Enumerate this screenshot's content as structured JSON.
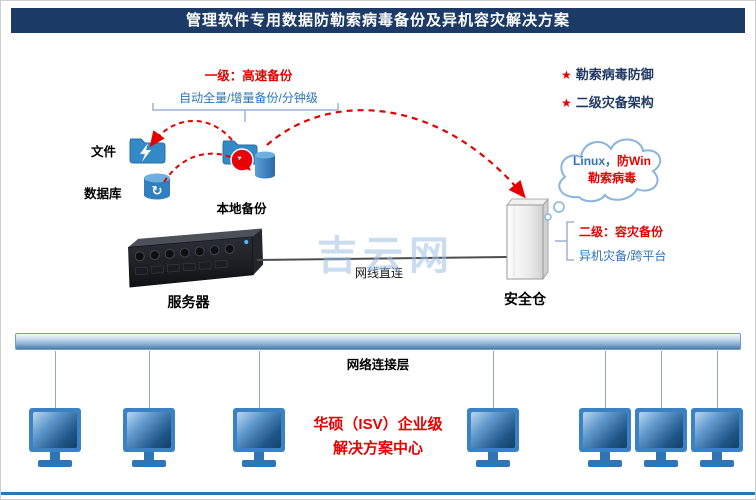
{
  "title": "管理软件专用数据防勒索病毒备份及异机容灾解决方案",
  "colors": {
    "title_bar_navy": "#1c3a66",
    "accent_red": "#e60000",
    "accent_blue": "#2e75b6",
    "text_blue": "#2e74b5",
    "text_navy": "#1f3864"
  },
  "primary_backup": {
    "line1": "一级：高速备份",
    "line2": "自动全量/增量备份/分钟级"
  },
  "source": {
    "file_label": "文件",
    "db_label": "数据库"
  },
  "local_backup_label": "本地备份",
  "features": [
    {
      "star": "★",
      "label": "勒索病毒防御"
    },
    {
      "star": "★",
      "label": "二级灾备架构"
    }
  ],
  "cloud": {
    "line1_part1": "Linux，",
    "line1_part2": "防Win",
    "line2": "勒索病毒"
  },
  "secondary_backup": {
    "line1": "二级：容灾备份",
    "line2": "异机灾备/跨平台"
  },
  "server_label": "服务器",
  "vault_label": "安全仓",
  "direct_link_label": "网线直连",
  "network_layer_label": "网络连接层",
  "center_text": {
    "line1": "华硕（ISV）企业级",
    "line2": "解决方案中心"
  },
  "watermark": "吉云网",
  "icons": {
    "refresh_glyph": "↻"
  }
}
